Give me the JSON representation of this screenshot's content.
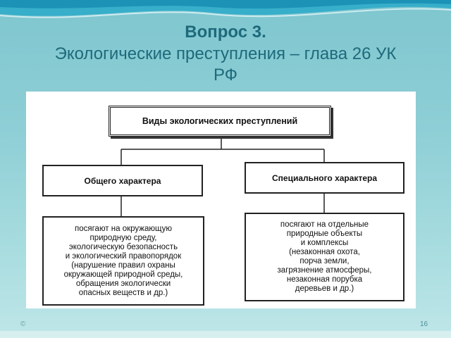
{
  "slide": {
    "title_line1": "Вопрос 3.",
    "title_line2": "Экологические преступления – глава 26 УК",
    "title_line3": "РФ",
    "page_number": "16",
    "footer_mark": "©",
    "colors": {
      "title": "#1e6a7b",
      "background": "#8fcfd6",
      "panel": "#ffffff"
    }
  },
  "diagram": {
    "root": "Виды экологических преступлений",
    "left_category": "Общего характера",
    "right_category": "Специального характера",
    "left_description": "посягают на окружающую\nприродную среду,\nэкологическую безопасность\nи экологический правопорядок\n(нарушение правил охраны\nокружающей природной среды,\nобращения экологически\nопасных веществ и др.)",
    "right_description": "посягают на отдельные\nприродные объекты\nи комплексы\n(незаконная охота,\nпорча земли,\nзагрязнение атмосферы,\nнезаконная порубка\nдеревьев и др.)"
  }
}
